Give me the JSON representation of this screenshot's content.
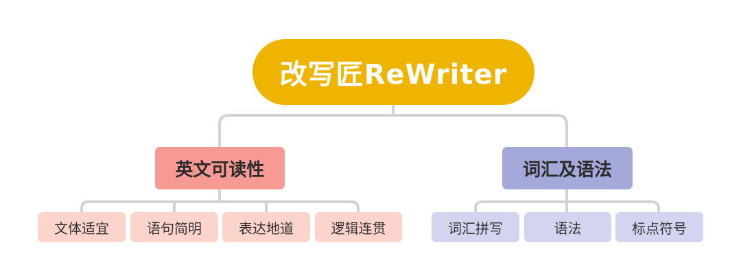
{
  "root": {
    "label": "改写匠ReWriter"
  },
  "branches": [
    {
      "label": "英文可读性",
      "color": "#f79a94",
      "leaf_color": "#fcd4cb",
      "leaves": [
        "文体适宜",
        "语句简明",
        "表达地道",
        "逻辑连贯"
      ]
    },
    {
      "label": "词汇及语法",
      "color": "#a5a9d9",
      "leaf_color": "#d3d4ef",
      "leaves": [
        "词汇拼写",
        "语法",
        "标点符号"
      ]
    }
  ],
  "colors": {
    "root": "#eeb400",
    "connector": "#d3d3d3"
  }
}
